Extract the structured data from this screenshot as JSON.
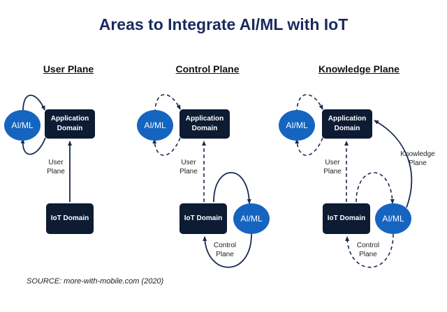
{
  "title": "Areas to Integrate AI/ML with IoT",
  "planes": {
    "user": {
      "title": "User Plane",
      "aiml": "AI/ML",
      "app_line1": "Application",
      "app_line2": "Domain",
      "iot": "IoT Domain",
      "label_line1": "User",
      "label_line2": "Plane"
    },
    "control": {
      "title": "Control Plane",
      "aiml_left": "AI/ML",
      "aiml_right": "AI/ML",
      "app_line1": "Application",
      "app_line2": "Domain",
      "iot": "IoT Domain",
      "user_label_line1": "User",
      "user_label_line2": "Plane",
      "control_label_line1": "Control",
      "control_label_line2": "Plane"
    },
    "knowledge": {
      "title": "Knowledge Plane",
      "aiml_left": "AI/ML",
      "aiml_right": "AI/ML",
      "app_line1": "Application",
      "app_line2": "Domain",
      "iot": "IoT Domain",
      "user_label_line1": "User",
      "user_label_line2": "Plane",
      "control_label_line1": "Control",
      "control_label_line2": "Plane",
      "knowledge_label_line1": "Knowledge",
      "knowledge_label_line2": "Plane"
    }
  },
  "source": "SOURCE: more-with-mobile.com (2020)",
  "colors": {
    "title": "#1b2a5e",
    "box": "#0d1b33",
    "ellipse": "#1565c0",
    "arrow": "#1a2950"
  }
}
